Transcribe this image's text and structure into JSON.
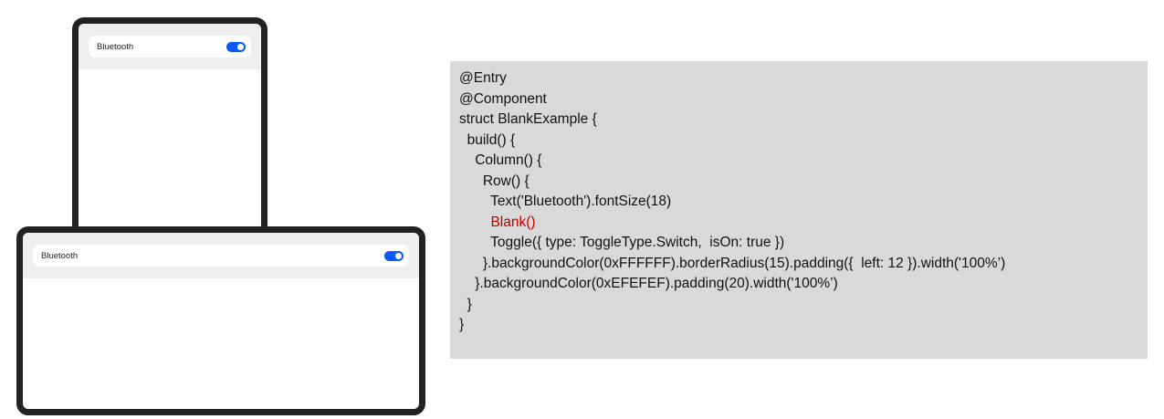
{
  "devices": [
    {
      "orientation": "portrait",
      "row_label": "Bluetooth",
      "toggle_on": true
    },
    {
      "orientation": "landscape",
      "row_label": "Bluetooth",
      "toggle_on": true
    }
  ],
  "colors": {
    "toggle_on": "#0A59F7",
    "page_background": "#EFEFEF",
    "row_background": "#FFFFFF",
    "code_highlight": "#C00000",
    "code_panel": "#D9D9D9"
  },
  "code": {
    "lines": [
      "@Entry",
      "@Component",
      "struct BlankExample {",
      "  build() {",
      "    Column() {",
      "      Row() {",
      "        Text('Bluetooth').fontSize(18)",
      "        Blank()",
      "        Toggle({ type: ToggleType.Switch,  isOn: true })",
      "      }.backgroundColor(0xFFFFFF).borderRadius(15).padding({  left: 12 }).width('100%’)",
      "    }.backgroundColor(0xEFEFEF).padding(20).width('100%’)",
      "  }",
      "}"
    ],
    "highlight_line_index": 7
  }
}
